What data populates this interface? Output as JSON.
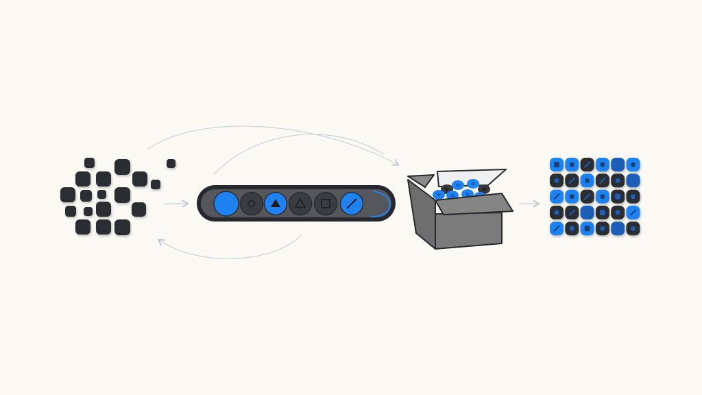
{
  "colors": {
    "background": "#faf9f4",
    "dark": "#2b2d33",
    "blue": "#1f82f2",
    "deep_blue": "#1b5fb8",
    "box_gray": "#7a7a7a",
    "arrow": "#b8c3cf"
  },
  "stages": [
    {
      "name": "scattered-blocks",
      "icon": "scattered-squares-icon"
    },
    {
      "name": "sorter-bar",
      "icon": "pill-tray-icon",
      "tokens": [
        "blank",
        "dot",
        "filled-triangle",
        "outline-triangle",
        "square",
        "slash"
      ],
      "token_colors": [
        "blue",
        "dark",
        "blue",
        "dark",
        "dark",
        "blue"
      ]
    },
    {
      "name": "open-box",
      "icon": "box-icon"
    },
    {
      "name": "sorted-grid",
      "icon": "grid-icon",
      "grid": [
        [
          "blue",
          "blue",
          "dark",
          "blue",
          "deep",
          "blue"
        ],
        [
          "dark",
          "dark",
          "blue",
          "dark",
          "dark",
          "deep"
        ],
        [
          "blue",
          "blue",
          "dark",
          "blue",
          "dark",
          "dark"
        ],
        [
          "dark",
          "dark",
          "deep",
          "dark",
          "dark",
          "blue"
        ],
        [
          "blue",
          "dark",
          "blue",
          "dark",
          "deep",
          "dark"
        ]
      ]
    }
  ]
}
